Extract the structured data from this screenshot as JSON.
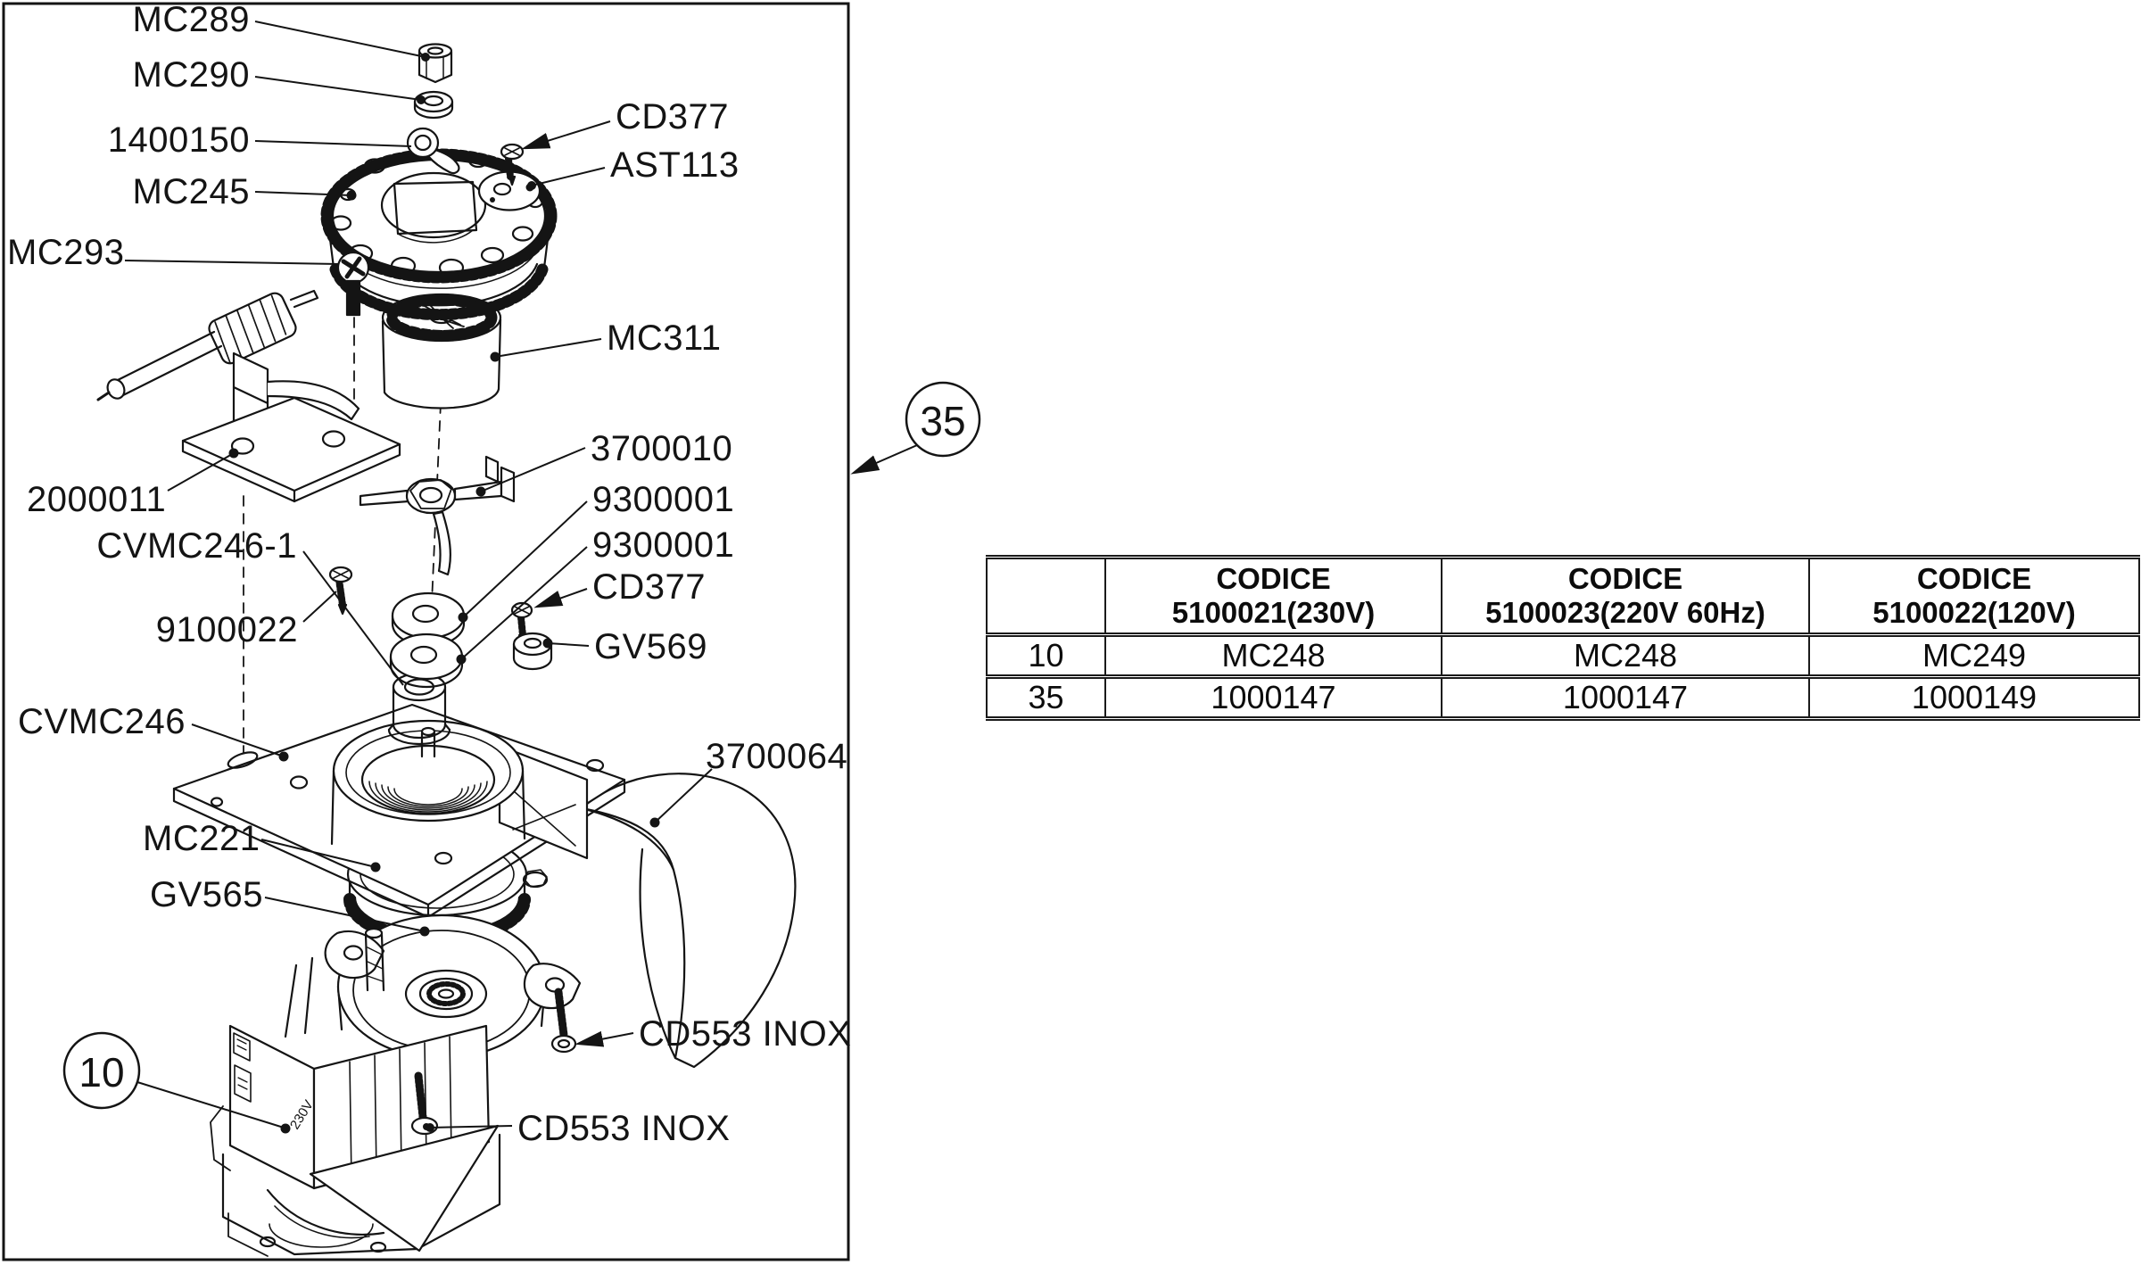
{
  "diagram": {
    "line_color": "#141414",
    "background": "#ffffff",
    "balloons": [
      {
        "number": "35"
      },
      {
        "number": "10"
      }
    ],
    "labels": [
      {
        "text": "MC289"
      },
      {
        "text": "MC290"
      },
      {
        "text": "1400150"
      },
      {
        "text": "MC245"
      },
      {
        "text": "MC293"
      },
      {
        "text": "2000011"
      },
      {
        "text": "CVMC246-1"
      },
      {
        "text": "9100022"
      },
      {
        "text": "CVMC246"
      },
      {
        "text": "MC221"
      },
      {
        "text": "GV565"
      },
      {
        "text": "MC311"
      },
      {
        "text": "3700010"
      },
      {
        "text": "9300001"
      },
      {
        "text": "9300001"
      },
      {
        "text": "CD377"
      },
      {
        "text": "GV569"
      },
      {
        "text": "3700064"
      },
      {
        "text": "CD553 INOX"
      },
      {
        "text": "CD553 INOX"
      },
      {
        "text": "CD377"
      },
      {
        "text": "AST113"
      }
    ],
    "motor_marking": "230V"
  },
  "table": {
    "headers": [
      {
        "line1": "",
        "line2": ""
      },
      {
        "line1": "CODICE",
        "line2": "5100021(230V)"
      },
      {
        "line1": "CODICE",
        "line2": "5100023(220V 60Hz)"
      },
      {
        "line1": "CODICE",
        "line2": "5100022(120V)"
      }
    ],
    "rows": [
      [
        "10",
        "MC248",
        "MC248",
        "MC249"
      ],
      [
        "35",
        "1000147",
        "1000147",
        "1000149"
      ]
    ]
  }
}
